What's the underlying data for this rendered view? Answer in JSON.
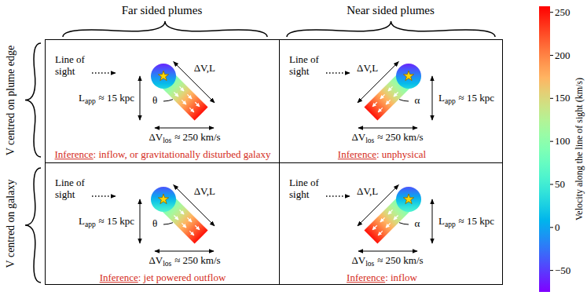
{
  "diagram": {
    "nodes": [
      {
        "text": [
          "Inference",
          ": inflow, or gravitationally disturbed galaxy"
        ]
      },
      {
        "text": [
          "Inference",
          ": unphysical"
        ]
      },
      {
        "text": [
          "Inference",
          ": jet powered outflow"
        ]
      },
      {
        "text": [
          "Inference",
          ": inflow"
        ]
      }
    ],
    "labels": [
      "Far sided plumes",
      "Near sided plumes",
      "V centred on plume edge",
      "V centred on galaxy",
      "Line of sight",
      "ΔV,L",
      "θ",
      "L",
      "app",
      "≈ 15 kpc",
      "ΔV",
      "los",
      "≈ 250 km/s",
      "Line of sight",
      "ΔV,L",
      "α",
      "L",
      "app",
      "≈ 15 kpc",
      "ΔV",
      "los",
      "≈ 250 km/s",
      "Line of sight",
      "ΔV,L",
      "θ",
      "L",
      "app",
      "≈ 15 kpc",
      "ΔV",
      "los",
      "≈ 250 km/s",
      "Line of sight",
      "ΔV,L",
      "α",
      "L",
      "app",
      "≈ 15 kpc",
      "ΔV",
      "los",
      "≈ 250 km/s",
      "250",
      "200",
      "150",
      "100",
      "50",
      "0",
      "−50",
      "Velocity along the line of sight (km/s)"
    ]
  }
}
